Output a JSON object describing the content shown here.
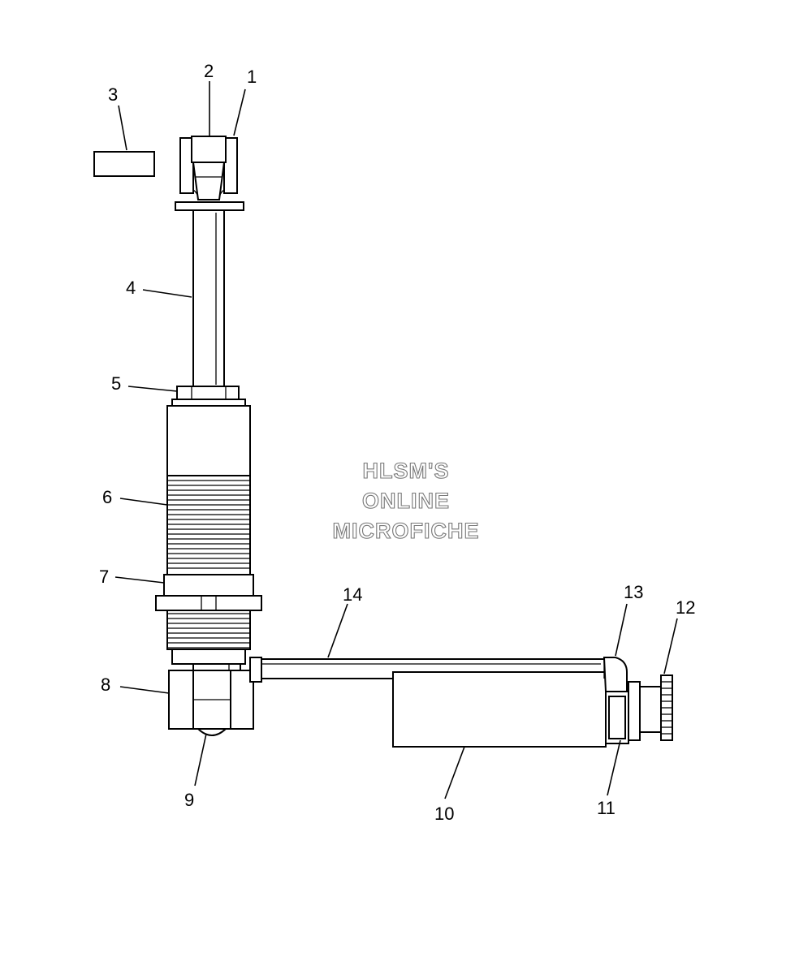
{
  "diagram": {
    "callouts": [
      "1",
      "2",
      "3",
      "4",
      "5",
      "6",
      "7",
      "8",
      "9",
      "10",
      "11",
      "12",
      "13",
      "14"
    ]
  },
  "watermark": {
    "line1": "HLSM'S",
    "line2": "ONLINE",
    "line3": "MICROFICHE"
  }
}
